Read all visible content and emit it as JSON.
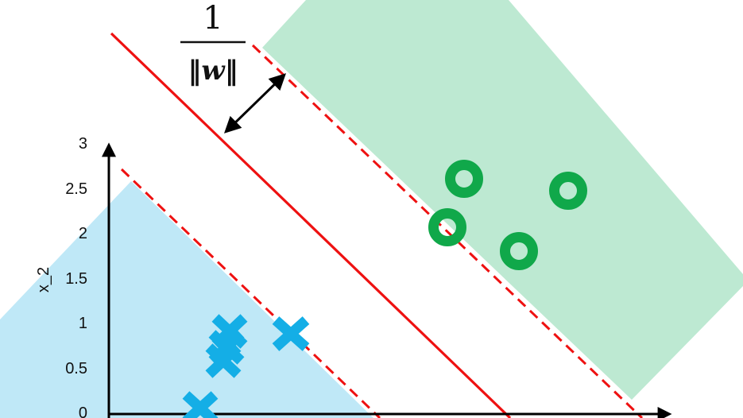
{
  "axes": {
    "ylabel": "x_2",
    "yticks": [
      "0",
      "0.5",
      "1",
      "1.5",
      "2",
      "2.5",
      "3"
    ]
  },
  "margin_label": {
    "numerator": "1",
    "denominator": "‖w‖"
  },
  "colors": {
    "negative_region": "#bfe8f7",
    "positive_region": "#bde9d2",
    "hyperplane": "#ee1111",
    "cross": "#14aee6",
    "circle": "#10a84a",
    "axis": "#000000"
  },
  "markers": {
    "crosses": 5,
    "circles": 4
  }
}
